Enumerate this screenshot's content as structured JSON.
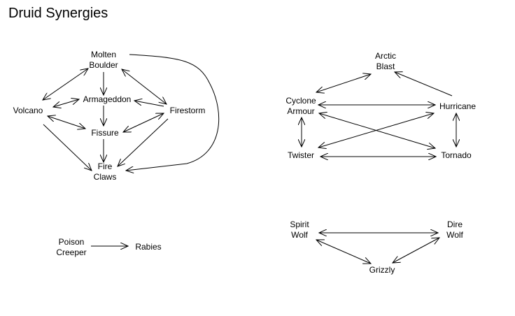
{
  "title": "Druid Synergies",
  "colors": {
    "line": "#000000",
    "background": "#ffffff",
    "text": "#000000"
  },
  "groups": [
    {
      "id": "fire",
      "nodes": [
        {
          "id": "molten_boulder",
          "lines": [
            "Molten",
            "Boulder"
          ]
        },
        {
          "id": "armageddon",
          "lines": [
            "Armageddon"
          ]
        },
        {
          "id": "volcano",
          "lines": [
            "Volcano"
          ]
        },
        {
          "id": "firestorm",
          "lines": [
            "Firestorm"
          ]
        },
        {
          "id": "fissure",
          "lines": [
            "Fissure"
          ]
        },
        {
          "id": "fire_claws",
          "lines": [
            "Fire",
            "Claws"
          ]
        }
      ],
      "edges": [
        {
          "from": "molten_boulder",
          "to": "volcano",
          "bidirectional": true
        },
        {
          "from": "molten_boulder",
          "to": "firestorm",
          "bidirectional": true
        },
        {
          "from": "molten_boulder",
          "to": "armageddon",
          "bidirectional": false
        },
        {
          "from": "molten_boulder",
          "to": "fire_claws",
          "bidirectional": false,
          "curved": true
        },
        {
          "from": "volcano",
          "to": "armageddon",
          "bidirectional": true
        },
        {
          "from": "firestorm",
          "to": "armageddon",
          "bidirectional": false
        },
        {
          "from": "armageddon",
          "to": "fissure",
          "bidirectional": false
        },
        {
          "from": "volcano",
          "to": "fissure",
          "bidirectional": true
        },
        {
          "from": "firestorm",
          "to": "fissure",
          "bidirectional": true
        },
        {
          "from": "fissure",
          "to": "fire_claws",
          "bidirectional": false
        },
        {
          "from": "volcano",
          "to": "fire_claws",
          "bidirectional": false
        },
        {
          "from": "firestorm",
          "to": "fire_claws",
          "bidirectional": false
        }
      ]
    },
    {
      "id": "wind",
      "nodes": [
        {
          "id": "arctic_blast",
          "lines": [
            "Arctic",
            "Blast"
          ]
        },
        {
          "id": "cyclone_armour",
          "lines": [
            "Cyclone",
            "Armour"
          ]
        },
        {
          "id": "hurricane",
          "lines": [
            "Hurricane"
          ]
        },
        {
          "id": "twister",
          "lines": [
            "Twister"
          ]
        },
        {
          "id": "tornado",
          "lines": [
            "Tornado"
          ]
        }
      ],
      "edges": [
        {
          "from": "cyclone_armour",
          "to": "arctic_blast",
          "bidirectional": true
        },
        {
          "from": "hurricane",
          "to": "arctic_blast",
          "bidirectional": false
        },
        {
          "from": "cyclone_armour",
          "to": "hurricane",
          "bidirectional": true
        },
        {
          "from": "cyclone_armour",
          "to": "twister",
          "bidirectional": true
        },
        {
          "from": "hurricane",
          "to": "tornado",
          "bidirectional": true
        },
        {
          "from": "twister",
          "to": "tornado",
          "bidirectional": true
        },
        {
          "from": "twister",
          "to": "hurricane",
          "bidirectional": true
        },
        {
          "from": "cyclone_armour",
          "to": "tornado",
          "bidirectional": true
        }
      ]
    },
    {
      "id": "poison",
      "nodes": [
        {
          "id": "poison_creeper",
          "lines": [
            "Poison",
            "Creeper"
          ]
        },
        {
          "id": "rabies",
          "lines": [
            "Rabies"
          ]
        }
      ],
      "edges": [
        {
          "from": "poison_creeper",
          "to": "rabies",
          "bidirectional": false
        }
      ]
    },
    {
      "id": "shapeshift",
      "nodes": [
        {
          "id": "spirit_wolf",
          "lines": [
            "Spirit",
            "Wolf"
          ]
        },
        {
          "id": "dire_wolf",
          "lines": [
            "Dire",
            "Wolf"
          ]
        },
        {
          "id": "grizzly",
          "lines": [
            "Grizzly"
          ]
        }
      ],
      "edges": [
        {
          "from": "spirit_wolf",
          "to": "dire_wolf",
          "bidirectional": true
        },
        {
          "from": "spirit_wolf",
          "to": "grizzly",
          "bidirectional": true
        },
        {
          "from": "dire_wolf",
          "to": "grizzly",
          "bidirectional": true
        }
      ]
    }
  ]
}
